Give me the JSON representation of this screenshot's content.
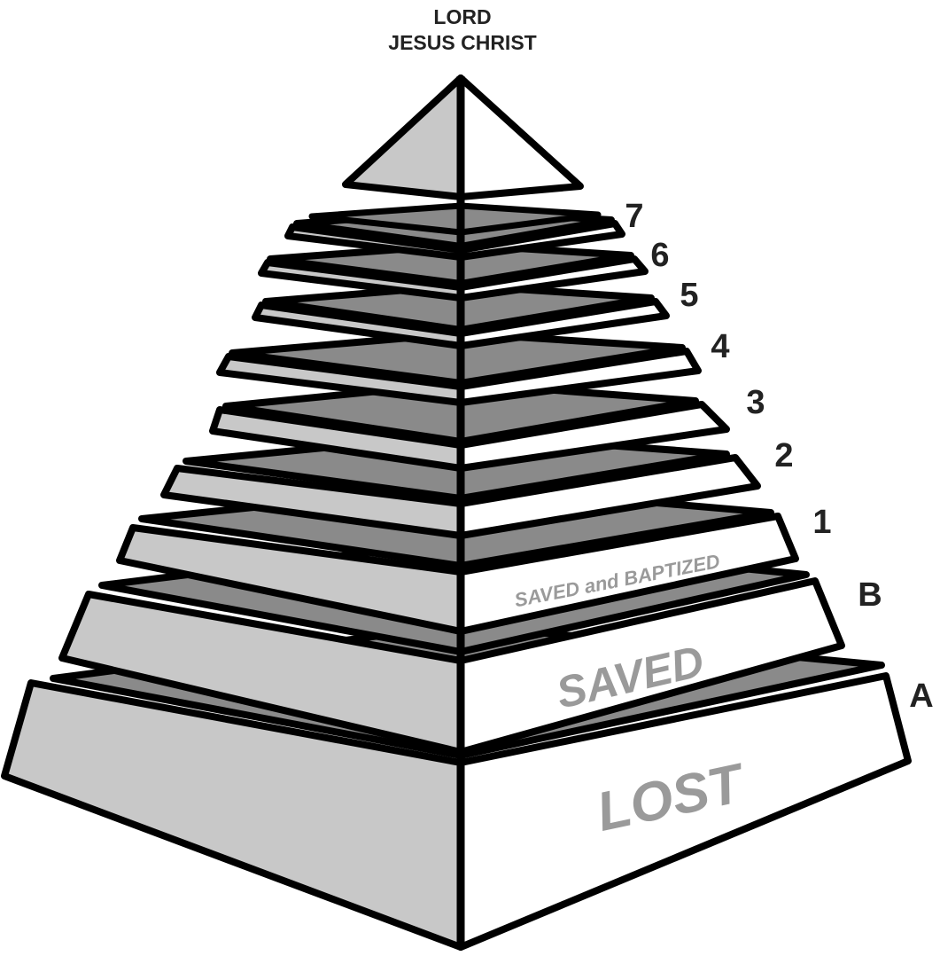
{
  "apex_label": {
    "line1": "LORD",
    "line2": "JESUS CHRIST"
  },
  "tiers": {
    "lost": "LOST",
    "saved": "SAVED",
    "saved_baptized": "SAVED and BAPTIZED"
  },
  "level_markers": [
    "A",
    "B",
    "1",
    "2",
    "3",
    "4",
    "5",
    "6",
    "7"
  ],
  "colors": {
    "outline": "#000000",
    "left_face": "#c8c8c8",
    "right_face": "#ffffff",
    "top_face": "#8a8a8a",
    "tier_text": "#9a9a9a",
    "marker_text": "#222222"
  }
}
